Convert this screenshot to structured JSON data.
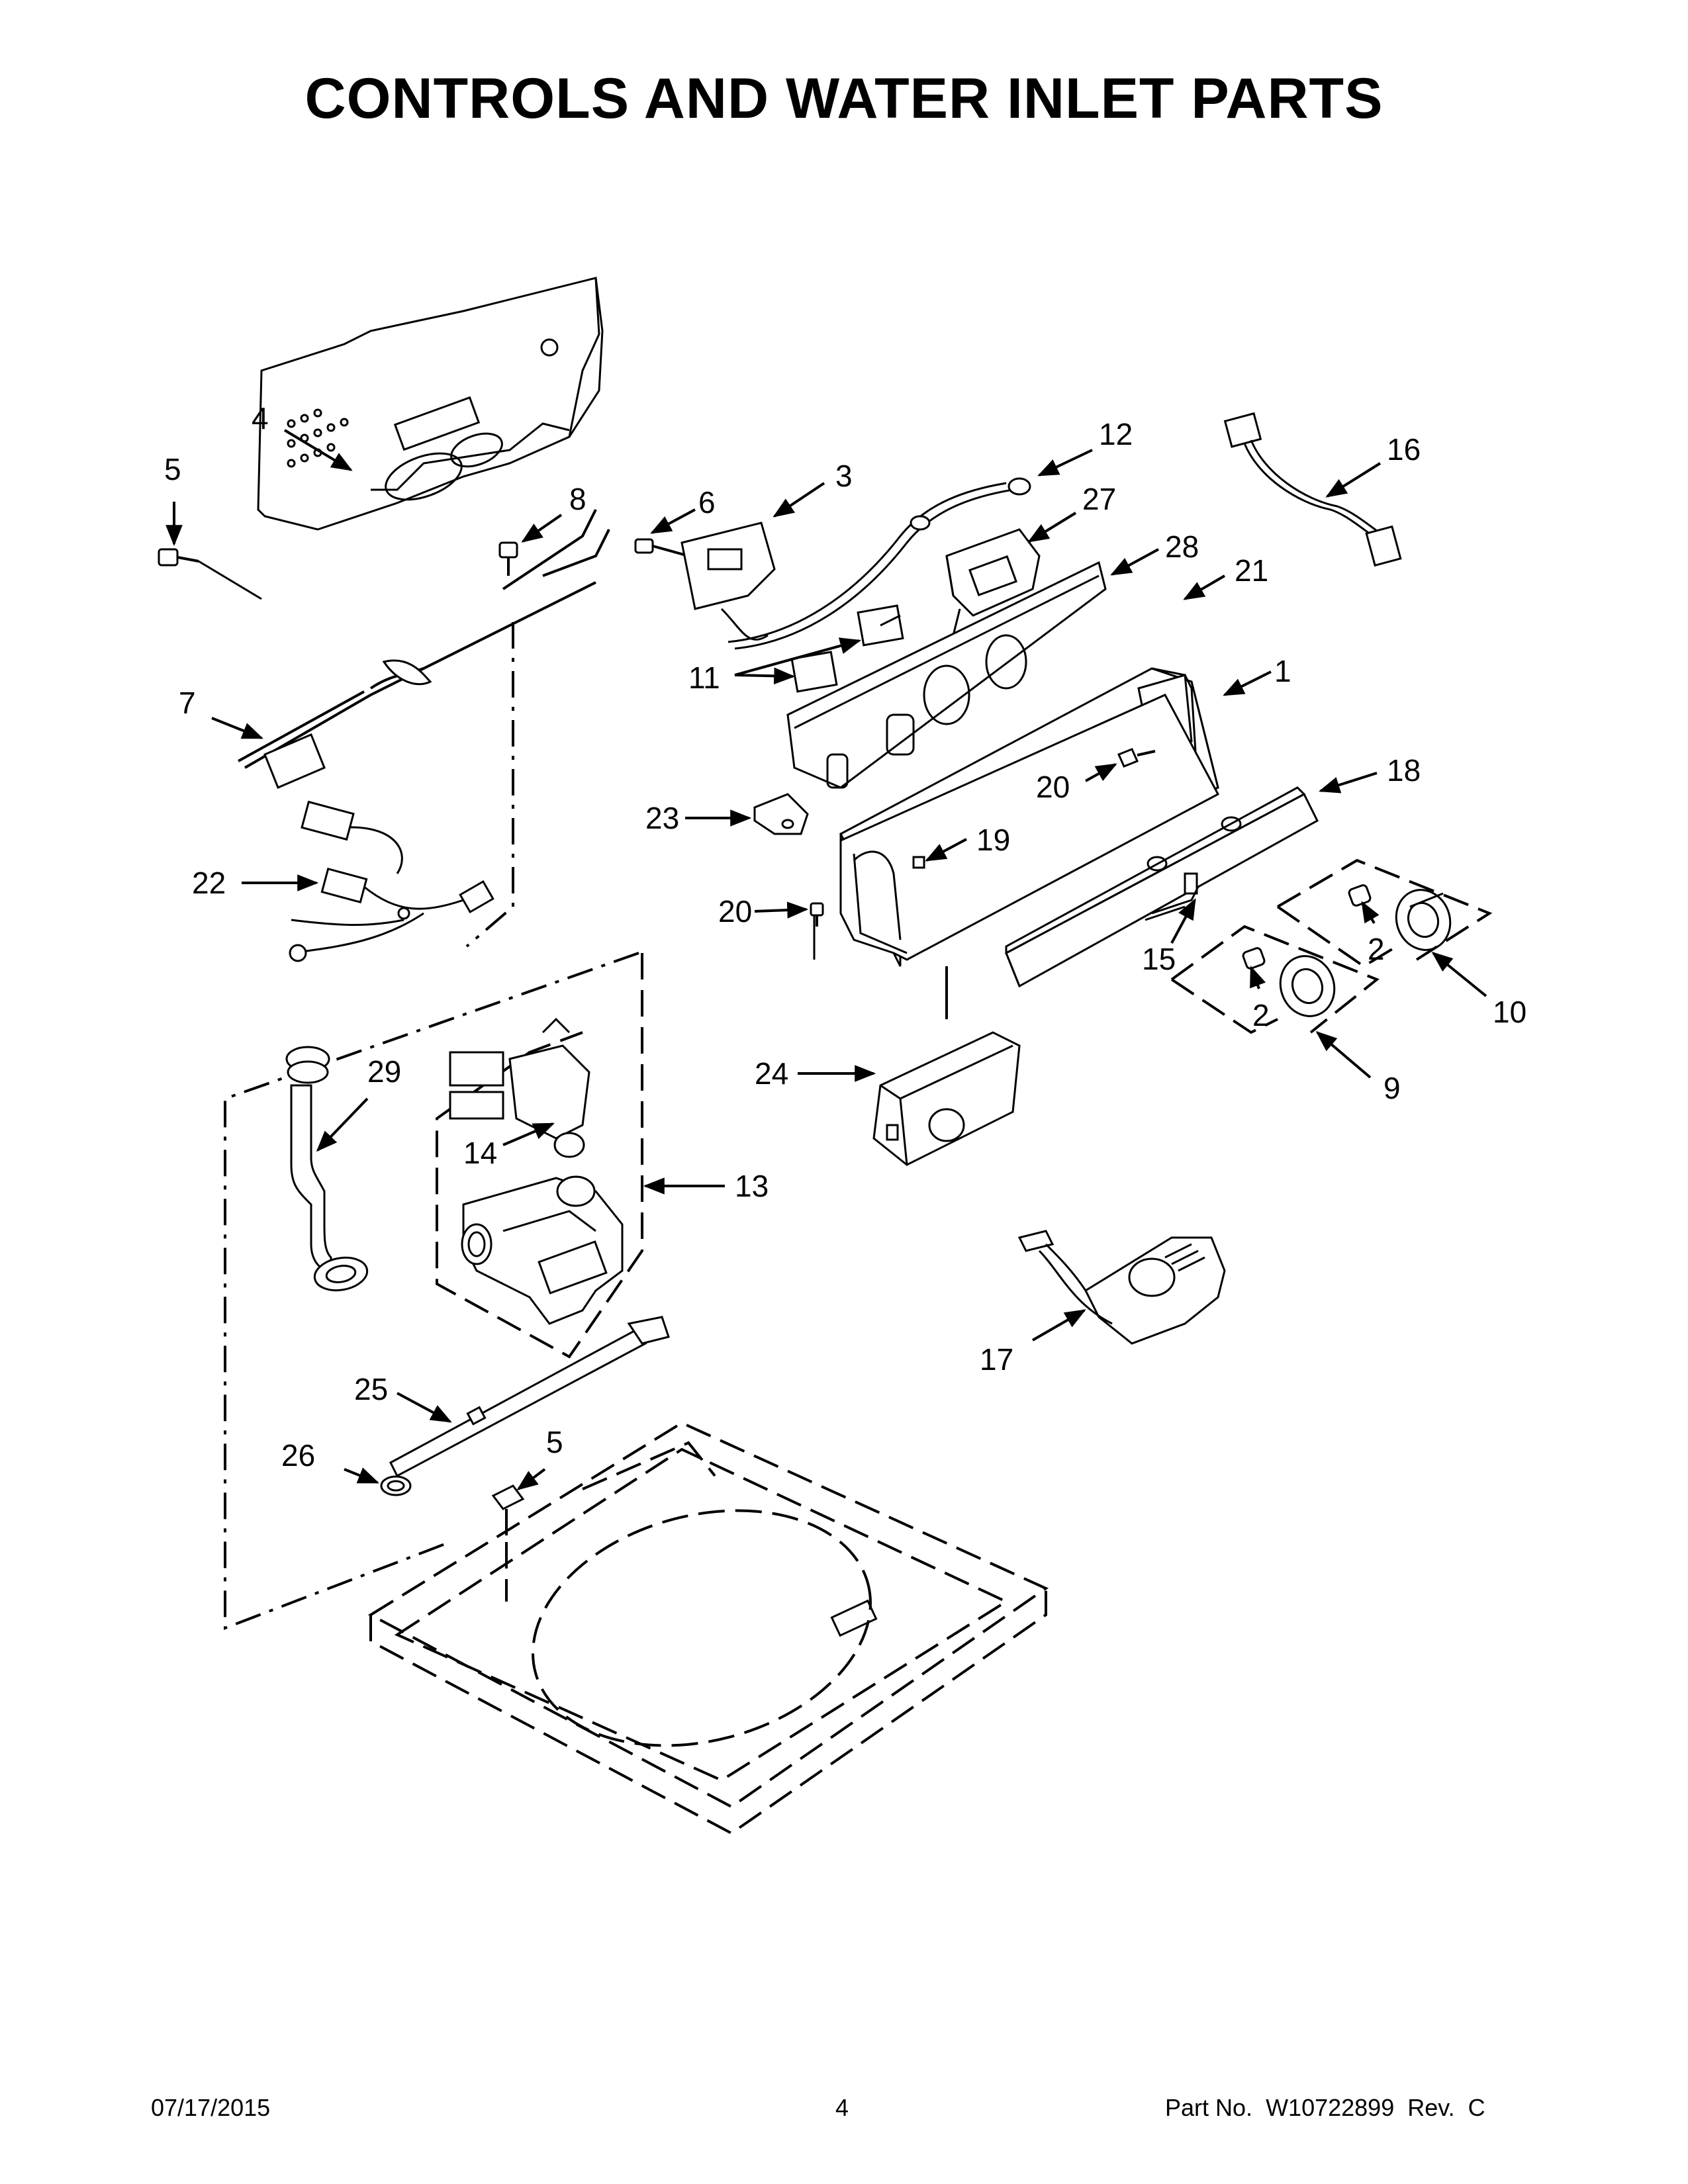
{
  "header": {
    "title": "CONTROLS AND WATER INLET PARTS"
  },
  "footer": {
    "date": "07/17/2015",
    "page": "4",
    "part_label": "Part No.",
    "part_number": "W10722899",
    "rev_label": "Rev.",
    "rev": "C"
  },
  "callouts": {
    "c1": "1",
    "c2a": "2",
    "c2b": "2",
    "c3": "3",
    "c4": "4",
    "c5a": "5",
    "c5b": "5",
    "c6": "6",
    "c7": "7",
    "c8": "8",
    "c9": "9",
    "c10": "10",
    "c11": "11",
    "c12": "12",
    "c13": "13",
    "c14": "14",
    "c15": "15",
    "c16": "16",
    "c17": "17",
    "c18": "18",
    "c19": "19",
    "c20a": "20",
    "c20b": "20",
    "c21": "21",
    "c22": "22",
    "c23": "23",
    "c24": "24",
    "c25": "25",
    "c26": "26",
    "c27": "27",
    "c28": "28",
    "c29": "29"
  }
}
